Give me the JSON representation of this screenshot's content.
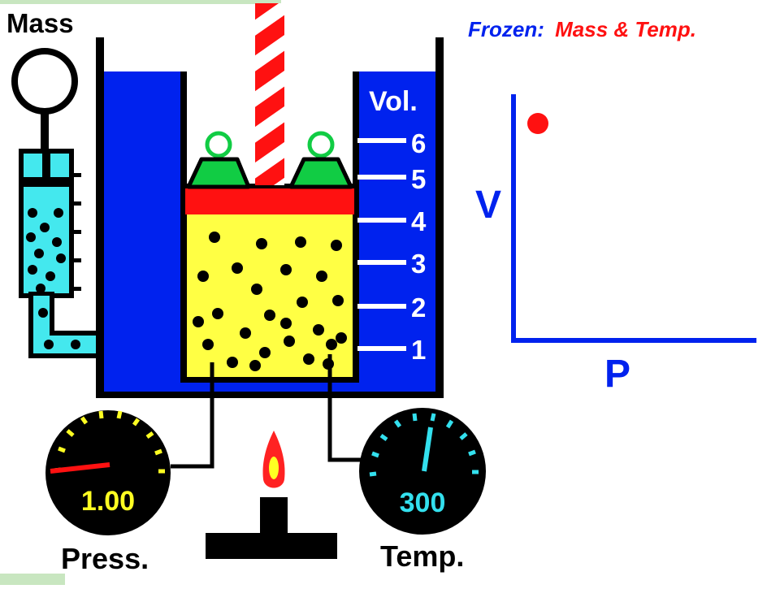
{
  "labels": {
    "mass": "Mass",
    "frozen_prefix": "Frozen:",
    "frozen_items": "Mass & Temp.",
    "volume": "Vol.",
    "pressure_gauge": "Press.",
    "temperature_gauge": "Temp.",
    "axis_v": "V",
    "axis_p": "P"
  },
  "volume_scale": [
    "6",
    "5",
    "4",
    "3",
    "2",
    "1"
  ],
  "gauges": {
    "pressure_value": "1.00",
    "temperature_value": "300"
  },
  "colors": {
    "water": "#0022ee",
    "gas": "#ffff44",
    "piston": "#ff1111",
    "weights": "#11cc44",
    "syringe_fluid": "#44e8ee",
    "frozen_blue": "#0022ee",
    "frozen_red": "#ff1111",
    "flame": "#ff2222",
    "pressure_needle": "#ff1111",
    "pressure_ticks": "#ffff22",
    "temperature_ticks": "#33e0ee",
    "plot_axes": "#0022ee",
    "plot_point": "#ff1111"
  },
  "icons": {
    "burner": "bunsen-burner-icon",
    "flame": "flame-icon",
    "weights": "weight-icon",
    "mass_knob": "mass-knob-icon"
  },
  "gas_particles_in_cylinder": 26
}
